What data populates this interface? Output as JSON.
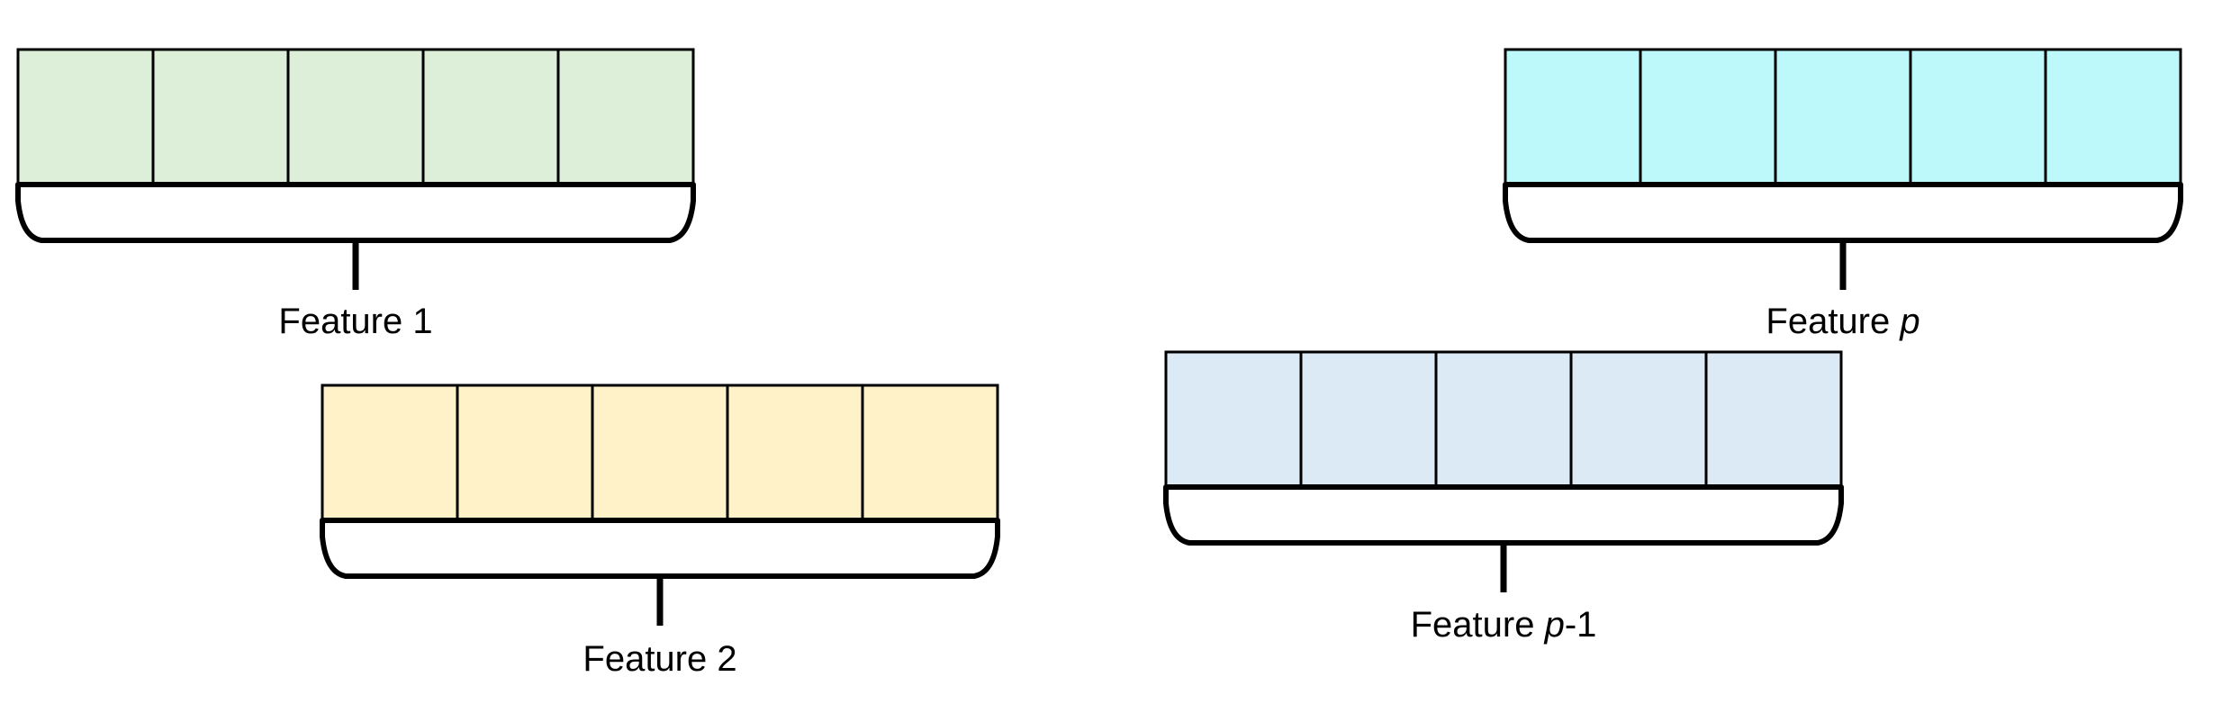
{
  "features": [
    {
      "id": "feature-1",
      "label": "Feature 1",
      "label_prefix": "Feature ",
      "label_var": "",
      "label_suffix": "1",
      "fill": "#DDEFD8",
      "cells": 5
    },
    {
      "id": "feature-2",
      "label": "Feature 2",
      "label_prefix": "Feature ",
      "label_var": "",
      "label_suffix": "2",
      "fill": "#FFF2C9",
      "cells": 5
    },
    {
      "id": "feature-p-1",
      "label": "Feature p-1",
      "label_prefix": "Feature ",
      "label_var": "p",
      "label_suffix": "-1",
      "fill": "#DCEAF6",
      "cells": 5
    },
    {
      "id": "feature-p",
      "label": "Feature p",
      "label_prefix": "Feature ",
      "label_var": "p",
      "label_suffix": "",
      "fill": "#BDF8FB",
      "cells": 5
    }
  ]
}
